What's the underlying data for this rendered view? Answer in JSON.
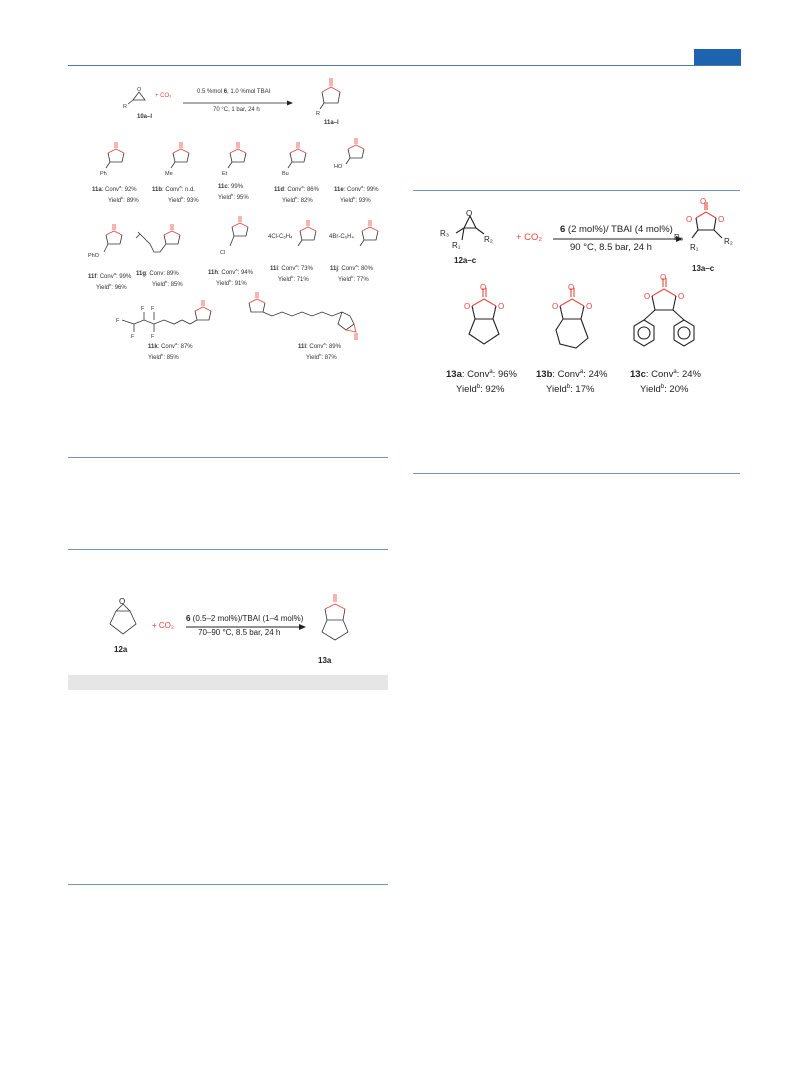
{
  "scheme_left": {
    "reagent_label": "10a–l",
    "product_label": "11a–l",
    "co2": "+ CO₂",
    "condition_top_a": "0.5 %mol ",
    "condition_top_b": "6",
    "condition_top_c": ", 1.0 %mol TBAI",
    "condition_bottom": "70 °C, 1 bar, 24 h",
    "r_label": "R",
    "compounds": [
      {
        "id": "11a",
        "sub": "Ph",
        "conv": "92%",
        "yield": "89%"
      },
      {
        "id": "11b",
        "sub": "Me",
        "conv": "n.d.",
        "yield": "93%"
      },
      {
        "id": "11c",
        "sub": "Et",
        "conv": "99%",
        "yield": "95%"
      },
      {
        "id": "11d",
        "sub": "Bu",
        "conv": "86%",
        "yield": "82%"
      },
      {
        "id": "11e",
        "sub": "HO",
        "conv": "99%",
        "yield": "93%"
      },
      {
        "id": "11f",
        "sub": "PhO",
        "conv": "99%",
        "yield": "96%"
      },
      {
        "id": "11g",
        "sub": "",
        "conv": "89%",
        "yield": "85%"
      },
      {
        "id": "11h",
        "sub": "Cl",
        "conv": "94%",
        "yield": "91%"
      },
      {
        "id": "11i",
        "sub": "4Cl-C₆H₄",
        "conv": "73%",
        "yield": "71%"
      },
      {
        "id": "11j",
        "sub": "4Br-C₆H₄",
        "conv": "80%",
        "yield": "77%"
      },
      {
        "id": "11k",
        "sub": "F",
        "conv": "87%",
        "yield": "85%"
      },
      {
        "id": "11l",
        "sub": "",
        "conv": "89%",
        "yield": "87%"
      }
    ]
  },
  "scheme_mid": {
    "reactant": "12a",
    "product": "13a",
    "co2": "+ CO₂",
    "cond_top_a": "6",
    "cond_top_b": " (0.5–2 mol%)/TBAI (1–4 mol%)",
    "cond_bottom": "70–90 °C, 8.5 bar, 24 h"
  },
  "scheme_right": {
    "reactant": "12a–c",
    "product": "13a–c",
    "co2": "+ CO₂",
    "cond_top_a": "6",
    "cond_top_b": " (2 mol%)/ TBAI (4 mol%)",
    "cond_bottom": "90 °C, 8.5 bar, 24 h",
    "r3": "R₃",
    "r1": "R₁",
    "r2": "R₂",
    "o": "O",
    "products": [
      {
        "id": "13a",
        "conv": "96%",
        "yield": "92%"
      },
      {
        "id": "13b",
        "conv": "24%",
        "yield": "17%"
      },
      {
        "id": "13c",
        "conv": "24%",
        "yield": "20%"
      }
    ]
  },
  "labels": {
    "conv": "Conv",
    "yield": "Yield",
    "sup_a": "a",
    "sup_b": "b"
  }
}
